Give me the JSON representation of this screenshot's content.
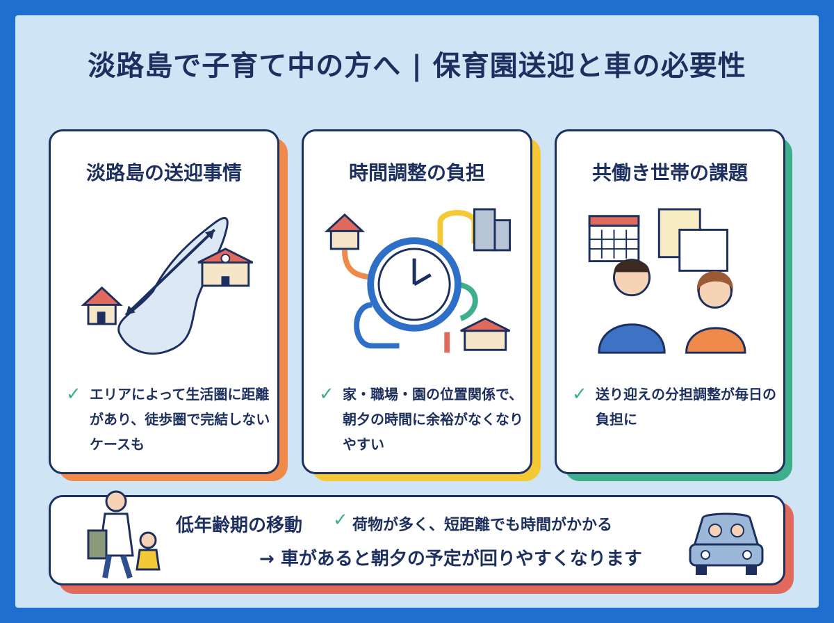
{
  "title": "淡路島で子育て中の方へ | 保育園送迎と車の必要性",
  "cards": [
    {
      "title": "淡路島の送迎事情",
      "bullet": "エリアによって生活圏に距離があり、徒歩圏で完結しないケースも",
      "accent": "#f08a4b"
    },
    {
      "title": "時間調整の負担",
      "bullet": "家・職場・園の位置関係で、朝夕の時間に余裕がなくなりやすい",
      "accent": "#f5c935"
    },
    {
      "title": "共働き世帯の課題",
      "bullet": "送り迎えの分担調整が毎日の負担に",
      "accent": "#3fae8c"
    }
  ],
  "bottom": {
    "heading": "低年齢期の移動",
    "bullet": "荷物が多く、短距離でも時間がかかる",
    "conclusion": "→ 車があると朝夕の予定が回りやすくなります",
    "accent": "#e26a5c"
  },
  "check_icon": "✓",
  "colors": {
    "navy": "#1c2f5e",
    "border_blue": "#1f6fd1",
    "bg": "#cfe4f4",
    "check": "#3fae8c"
  }
}
